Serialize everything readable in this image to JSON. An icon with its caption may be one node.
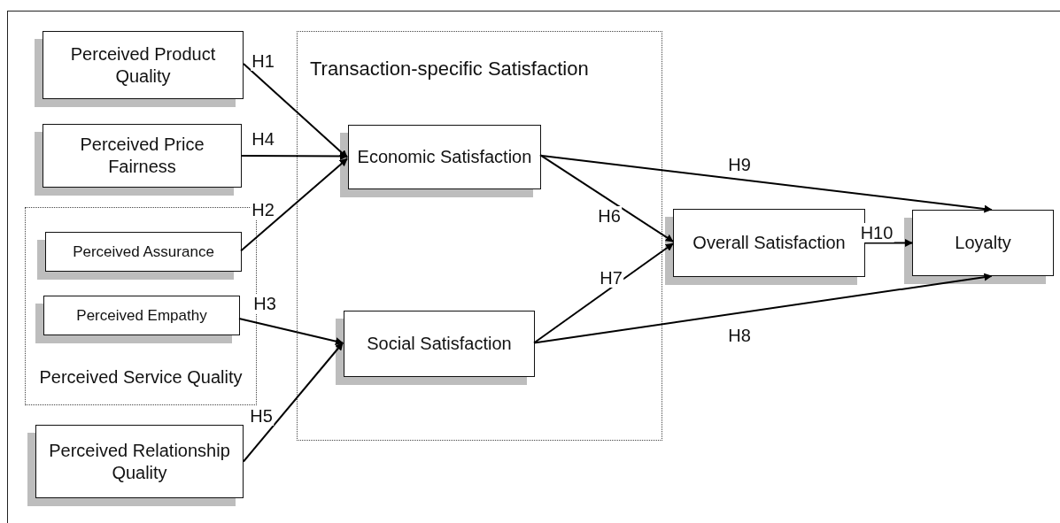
{
  "diagram": {
    "nodes": [
      {
        "text": [
          "Perceived Product Quality"
        ]
      },
      {
        "text": [
          "Perceived Price Fairness"
        ]
      },
      {
        "text": [
          "Perceived Service Quality"
        ]
      },
      {
        "text": [
          "Perceived Assurance"
        ],
        "in": 2
      },
      {
        "text": [
          "Perceived Empathy"
        ],
        "in": 2
      },
      {
        "text": [
          "Perceived Relationship Quality"
        ]
      },
      {
        "text": [
          "Transaction-specific Satisfaction"
        ]
      },
      {
        "text": [
          "Economic Satisfaction"
        ],
        "in": 6
      },
      {
        "text": [
          "Social Satisfaction"
        ],
        "in": 6
      },
      {
        "text": [
          "Overall Satisfaction"
        ]
      },
      {
        "text": [
          "Loyalty"
        ]
      }
    ],
    "edges": [
      {
        "from": 0,
        "to": 7,
        "arrow": "to",
        "label": "H1"
      },
      {
        "from": 1,
        "to": 7,
        "arrow": "to",
        "label": "H4"
      },
      {
        "from": 3,
        "to": 7,
        "arrow": "to",
        "label": "H2"
      },
      {
        "from": 4,
        "to": 8,
        "arrow": "to",
        "label": "H3"
      },
      {
        "from": 5,
        "to": 8,
        "arrow": "to",
        "label": "H5"
      },
      {
        "from": 7,
        "to": 9,
        "arrow": "to",
        "label": "H6"
      },
      {
        "from": 8,
        "to": 9,
        "arrow": "to",
        "label": "H7"
      },
      {
        "from": 9,
        "to": 10,
        "arrow": "to",
        "label": "H10"
      },
      {
        "from": 7,
        "to": 10,
        "arrow": "to",
        "label": "H9"
      },
      {
        "from": 8,
        "to": 10,
        "arrow": "to",
        "label": "H8"
      }
    ]
  }
}
